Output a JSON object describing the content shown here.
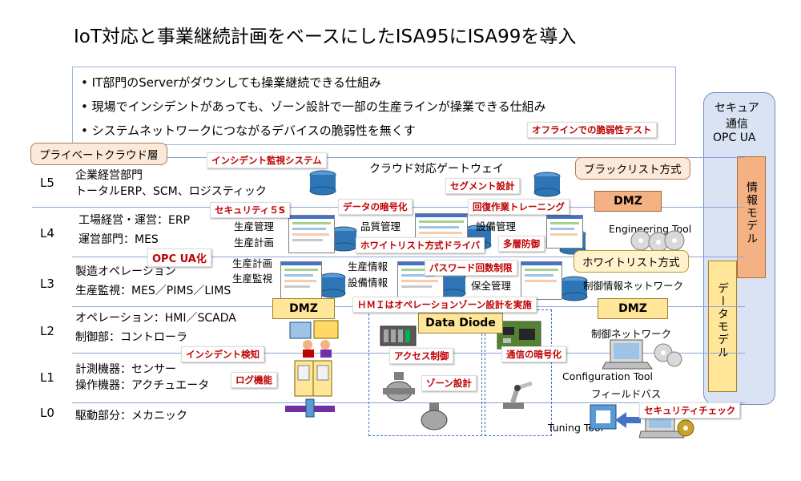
{
  "title": "IoT対応と事業継続計画をベースにしたISA95にISA99を導入",
  "bullets": [
    "•  IT部門のServerがダウンしても操業継続できる仕組み",
    "•  現場でインシデントがあっても、ゾーン設計で一部の生産ラインが操業できる仕組み",
    "•  システムネットワークにつながるデバイスの脆弱性を無くす"
  ],
  "right_panel": {
    "line1": "セキュア",
    "line2": "通信",
    "line3": "OPC UA",
    "info_model": "情報モデル",
    "data_model": "データモデル"
  },
  "levels": [
    {
      "id": "L5",
      "lines": [
        "企業経営部門",
        "トータルERP、SCM、ロジスティック"
      ]
    },
    {
      "id": "L4",
      "lines": [
        "工場経営・運営：ERP",
        "運営部門：MES"
      ]
    },
    {
      "id": "L3",
      "lines": [
        "製造オペレーション",
        "生産監視：MES／PIMS／LIMS"
      ]
    },
    {
      "id": "L2",
      "lines": [
        "オペレーション：HMI／SCADA",
        "制御部：コントローラ"
      ]
    },
    {
      "id": "L1",
      "lines": [
        "計測機器：センサー",
        "操作機器：アクチュエータ"
      ]
    },
    {
      "id": "L0",
      "lines": [
        "駆動部分：メカニック"
      ]
    }
  ],
  "red_labels": {
    "offline_test": "オフラインでの脆弱性テスト",
    "incident_monitor": "インシデント監視システム",
    "segment": "セグメント設計",
    "security5s": "セキュリティ５S",
    "encryption": "データの暗号化",
    "recovery": "回復作業トレーニング",
    "whitelist_driver": "ホワイトリスト方式ドライバ",
    "multilayer": "多層防御",
    "opcua": "OPC UA化",
    "password": "パスワード回数制限",
    "hmi_zone": "ＨＭＩはオペレーションゾーン設計を実施",
    "incident_detect": "インシデント検知",
    "access": "アクセス制御",
    "comm_encrypt": "通信の暗号化",
    "log": "ログ機能",
    "zone": "ゾーン設計",
    "security_check": "セキュリティチェック"
  },
  "bubbles": {
    "private_cloud": "プライベートクラウド層",
    "blacklist": "ブラックリスト方式",
    "whitelist": "ホワイトリスト方式"
  },
  "boxes": {
    "dmz": "DMZ",
    "data_diode": "Data Diode"
  },
  "labels": {
    "cloud_gateway": "クラウド対応ゲートウェイ",
    "prod_mgmt": "生産管理",
    "prod_plan": "生産計画",
    "quality": "品質管理",
    "equipment": "設備管理",
    "engineering_tool": "Engineering Tool",
    "prod_plan2": "生産計画",
    "prod_monitor": "生産監視",
    "prod_info": "生産情報",
    "equip_info": "設備情報",
    "maintenance": "保全管理",
    "control_info_net": "制御情報ネットワーク",
    "control_net": "制御ネットワーク",
    "config_tool": "Configuration Tool",
    "fieldbus": "フィールドバス",
    "tuning_tool": "Tuning Tool"
  },
  "colors": {
    "accent_red": "#c00000",
    "line_blue": "#8aa6d6",
    "panel_blue": "#dae3f3",
    "dmz_yellow": "#ffe699",
    "dmz_orange": "#f4b183",
    "cylinder_blue": "#2e75b6"
  }
}
